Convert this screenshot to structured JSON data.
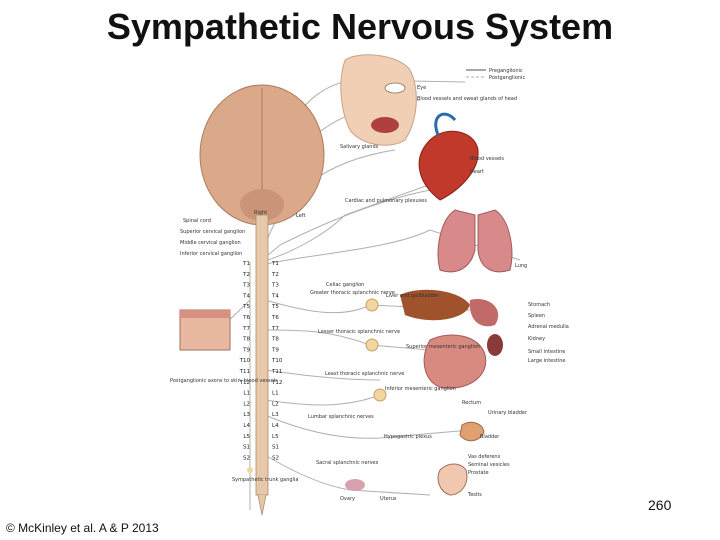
{
  "title": "Sympathetic Nervous System",
  "credit": "© McKinley et al. A & P 2013",
  "page_number": "260",
  "legend": {
    "pre": "Preganglionic",
    "post": "Postganglionic"
  },
  "colors": {
    "pre": "#8a8a8a",
    "post": "#c9c9c9",
    "cord": "#e7c9a9",
    "brain": "#d9a98a",
    "organ_red": "#c0392b",
    "lung": "#d88a8a"
  },
  "labels": {
    "eye": "Eye",
    "head_glands": "Blood vessels and sweat glands of head",
    "salivary": "Salivary glands",
    "blood_vessels": "Blood vessels",
    "heart": "Heart",
    "cardiac": "Cardiac and pulmonary plexuses",
    "right": "Right",
    "left": "Left",
    "spinal_cord": "Spinal cord",
    "sup_cervical": "Superior cervical ganglion",
    "mid_cervical": "Middle cervical ganglion",
    "inf_cervical": "Inferior cervical ganglion",
    "lung": "Lung",
    "celiac": "Celiac ganglion",
    "greater_splanchnic": "Greater thoracic splanchnic nerve",
    "liver": "Liver and gallbladder",
    "stomach": "Stomach",
    "spleen": "Spleen",
    "adrenal": "Adrenal medulla",
    "kidney": "Kidney",
    "lesser_splanchnic": "Lesser thoracic splanchnic nerve",
    "sup_mesenteric": "Superior mesenteric ganglion",
    "small_intestine": "Small intestine",
    "large_intestine": "Large intestine",
    "least_splanchnic": "Least thoracic splanchnic nerve",
    "postganglionic_skin": "Postganglionic axons to skin, blood vessels",
    "inf_mesenteric": "Inferior mesenteric ganglion",
    "rectum": "Rectum",
    "urinary_bladder": "Urinary bladder",
    "lumbar_splanchnic": "Lumbar splanchnic nerves",
    "hypogastric": "Hypogastric plexus",
    "bladder": "Bladder",
    "vas_deferens": "Vas deferens",
    "seminal": "Seminal vesicles",
    "prostate": "Prostate",
    "testis": "Testis",
    "sacral_splanchnic": "Sacral splanchnic nerves",
    "sympathetic_trunk": "Sympathetic trunk ganglia",
    "ovary": "Ovary",
    "uterus": "Uterus"
  },
  "segments": [
    "T1",
    "T2",
    "T3",
    "T4",
    "T5",
    "T6",
    "T7",
    "T8",
    "T9",
    "T10",
    "T11",
    "T12",
    "L1",
    "L2",
    "L3",
    "L4",
    "L5",
    "S1",
    "S2"
  ]
}
